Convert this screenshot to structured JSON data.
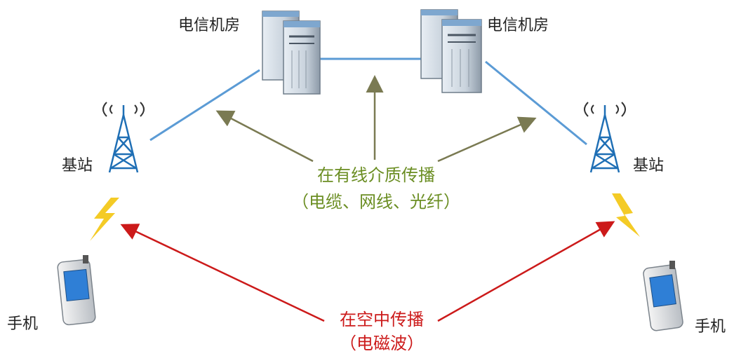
{
  "nodes": {
    "room_left": "电信机房",
    "room_right": "电信机房",
    "station_left": "基站",
    "station_right": "基站",
    "phone_left": "手机",
    "phone_right": "手机"
  },
  "wired": {
    "title": "在有线介质传播",
    "subtitle": "（电缆、网线、光纤）"
  },
  "air": {
    "title": "在空中传播",
    "subtitle": "（电磁波）"
  },
  "colors": {
    "link": "#5b9bd5",
    "wired_arrow": "#7a7a52",
    "wired_text": "#6b8e23",
    "air_arrow": "#cc1a1a",
    "air_text": "#cc1a1a",
    "tower": "#1f6fb5",
    "bolt": "#f2c200"
  }
}
